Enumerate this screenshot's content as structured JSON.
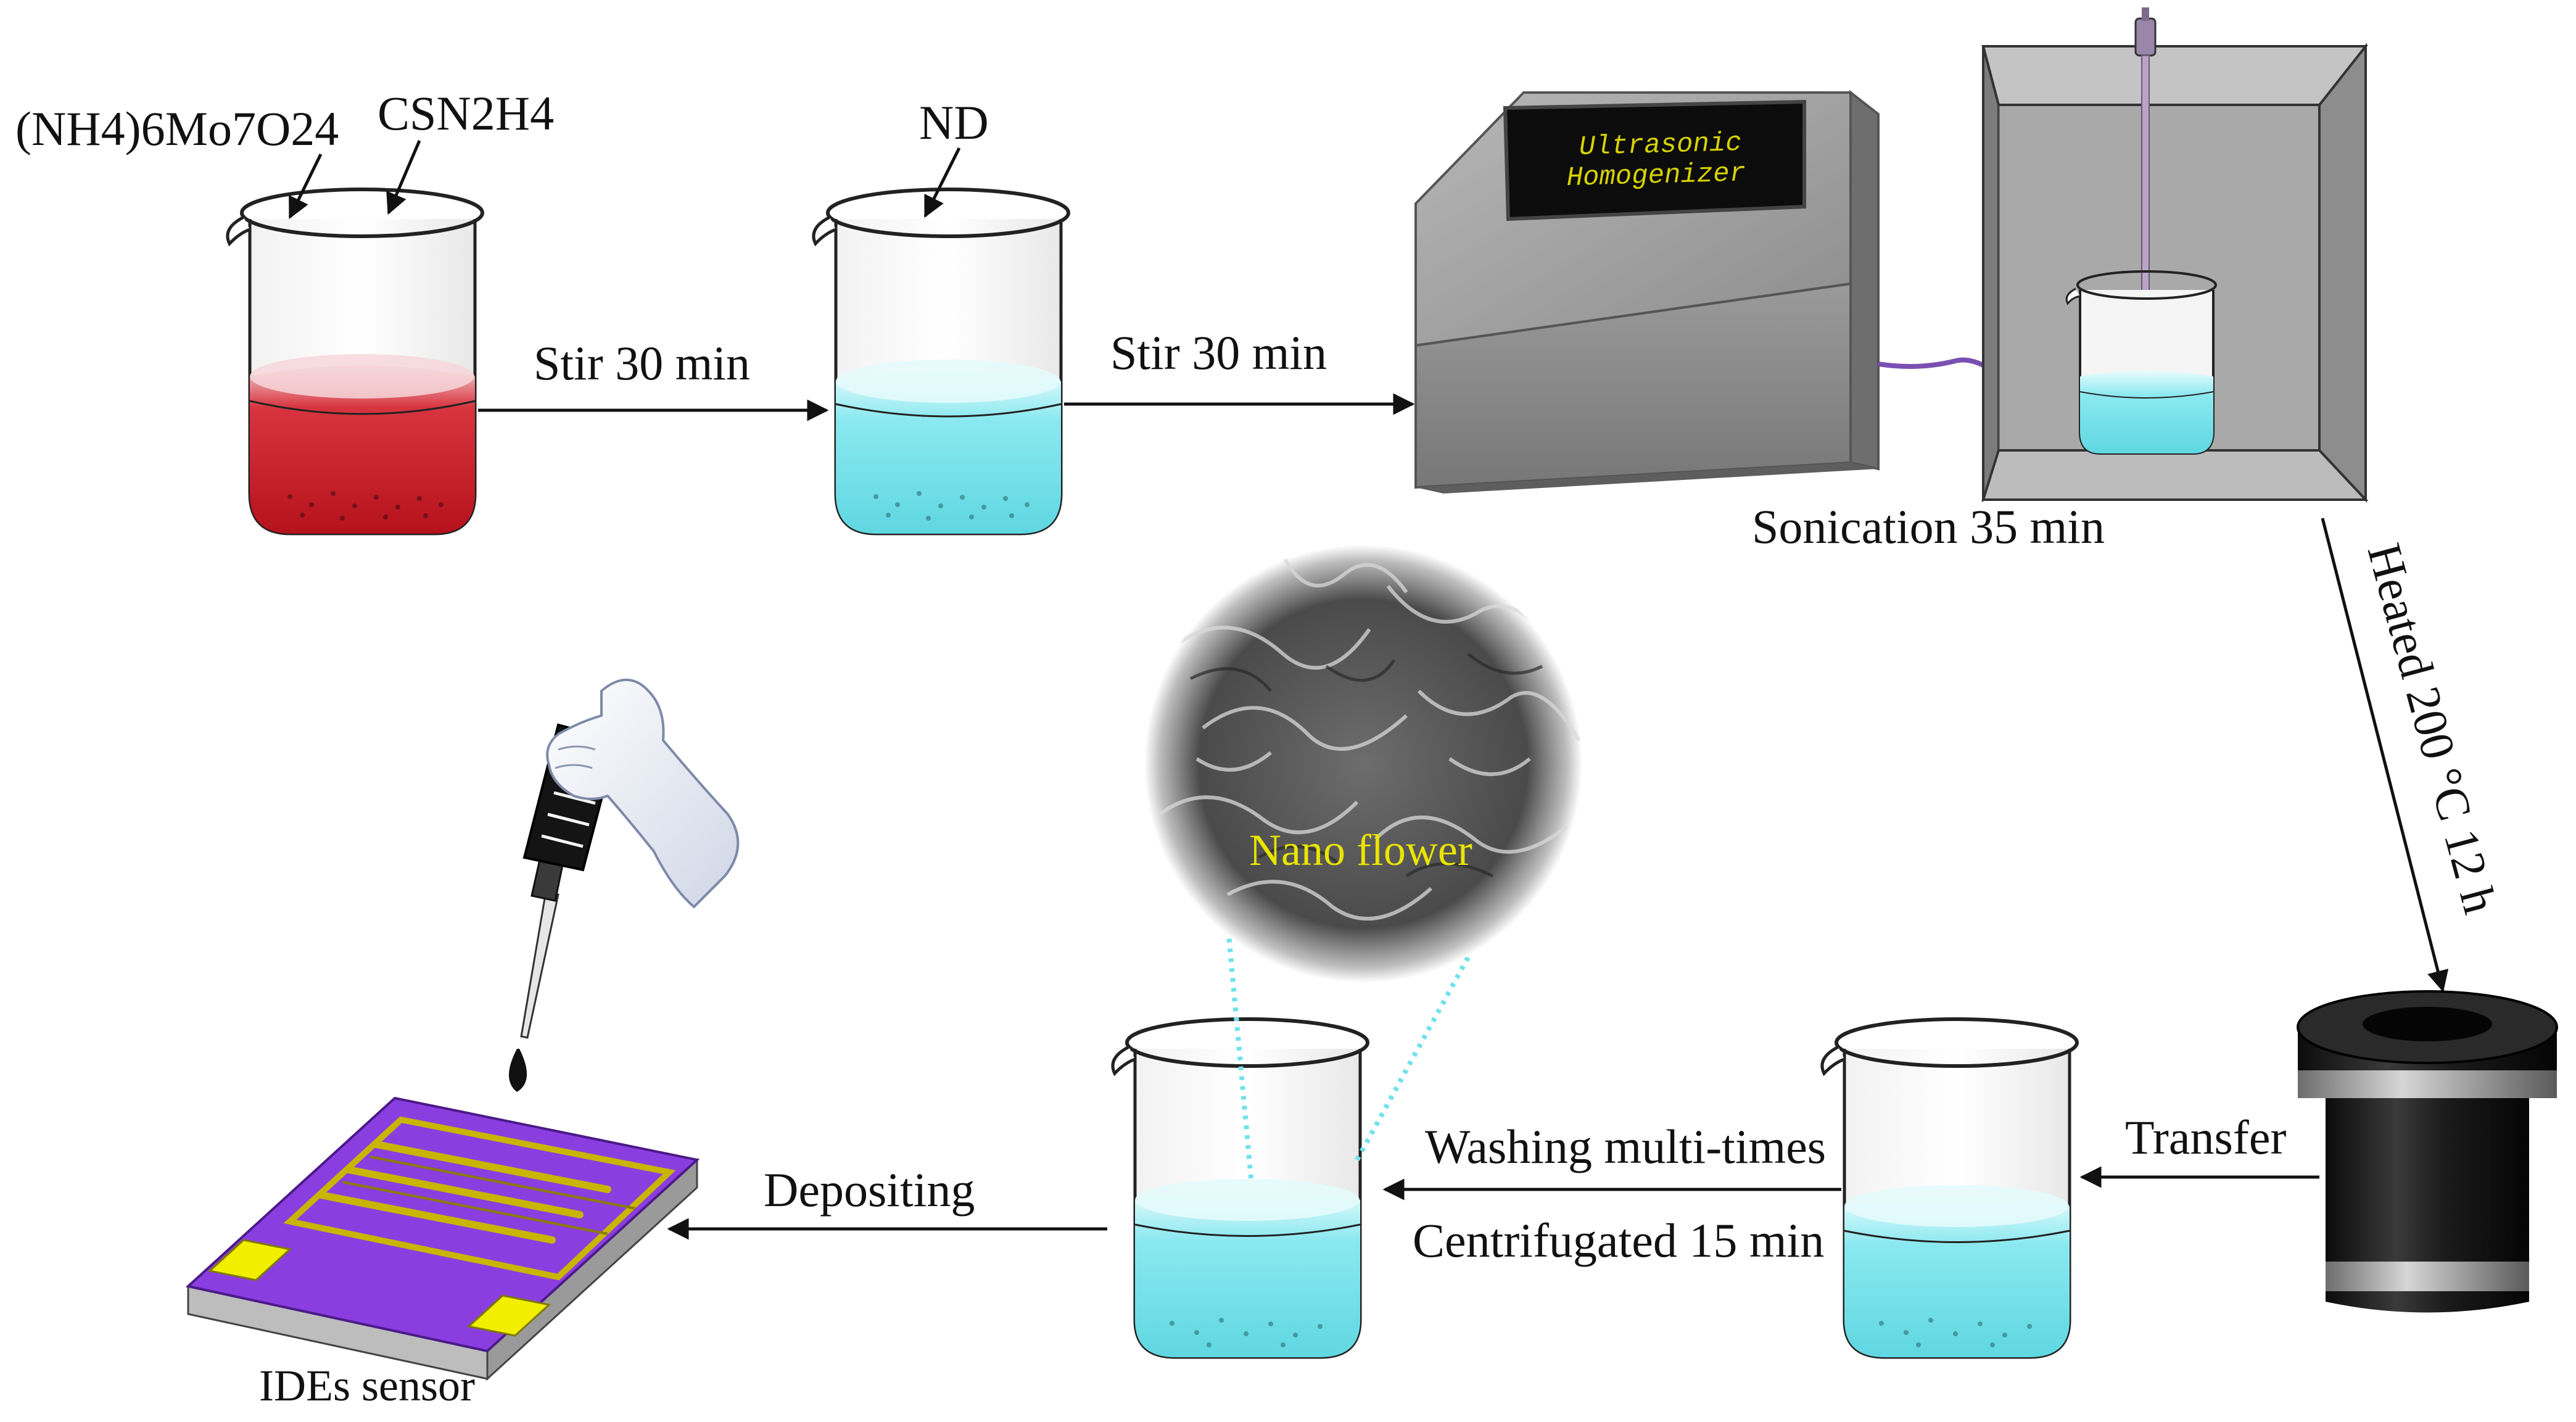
{
  "reagents": {
    "chem1": "(NH4)6Mo7O24",
    "chem2": "CSN2H4",
    "additive": "ND"
  },
  "steps": {
    "stir1": "Stir 30 min",
    "stir2": "Stir 30 min",
    "sonication": "Sonication 35 min",
    "heated": "Heated 200 °C 12 h",
    "transfer": "Transfer",
    "washing": "Washing multi-times",
    "centrifugated": "Centrifugated 15 min",
    "depositing": "Depositing",
    "sensor": "IDEs sensor"
  },
  "device": {
    "screen_line1": "Ultrasonic",
    "screen_line2": "Homogenizer"
  },
  "sem": {
    "label": "Nano flower"
  },
  "colors": {
    "red_solution": "#c8202c",
    "cyan_solution": "#7fe6ee",
    "device_gray": "#8a8a8a",
    "substrate_purple": "#8a3ee0",
    "electrode_gold": "#c9b400",
    "pad_yellow": "#f2ee00",
    "sem_label": "#e9e400"
  }
}
